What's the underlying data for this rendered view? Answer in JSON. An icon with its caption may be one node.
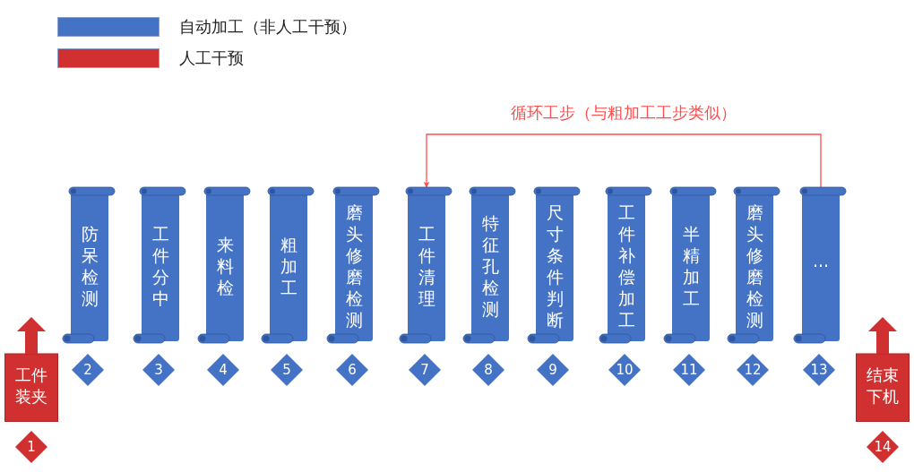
{
  "diagram": {
    "nodes": [
      {
        "text": [
          "工件装夹"
        ]
      },
      {
        "text": [
          "1"
        ]
      },
      {
        "text": [
          "防呆检测"
        ]
      },
      {
        "text": [
          "2"
        ]
      },
      {
        "text": [
          "工件分中"
        ]
      },
      {
        "text": [
          "3"
        ]
      },
      {
        "text": [
          "来料检"
        ]
      },
      {
        "text": [
          "4"
        ]
      },
      {
        "text": [
          "粗加工"
        ]
      },
      {
        "text": [
          "5"
        ]
      },
      {
        "text": [
          "磨头修磨检测"
        ]
      },
      {
        "text": [
          "6"
        ]
      },
      {
        "text": [
          "工件清理"
        ]
      },
      {
        "text": [
          "7"
        ]
      },
      {
        "text": [
          "特征孔检测"
        ]
      },
      {
        "text": [
          "8"
        ]
      },
      {
        "text": [
          "尺寸条件判断"
        ]
      },
      {
        "text": [
          "9"
        ]
      },
      {
        "text": [
          "工件补偿加工"
        ]
      },
      {
        "text": [
          "10"
        ]
      },
      {
        "text": [
          "半精加工"
        ]
      },
      {
        "text": [
          "11"
        ]
      },
      {
        "text": [
          "磨头修磨检测"
        ]
      },
      {
        "text": [
          "12"
        ]
      },
      {
        "text": [
          "···"
        ]
      },
      {
        "text": [
          "13"
        ]
      },
      {
        "text": [
          "结束下机"
        ]
      },
      {
        "text": [
          "14"
        ]
      }
    ],
    "edges": [
      {
        "from": 24,
        "to": 12,
        "arrow": "to",
        "label": "循环工步（与粗加工工步类似）",
        "color": "#ff4d4d"
      }
    ],
    "legend": [
      {
        "text": "自动加工（非人工干预）",
        "color": "#4472c4"
      },
      {
        "text": "人工干预",
        "color": "#d03030"
      }
    ]
  }
}
